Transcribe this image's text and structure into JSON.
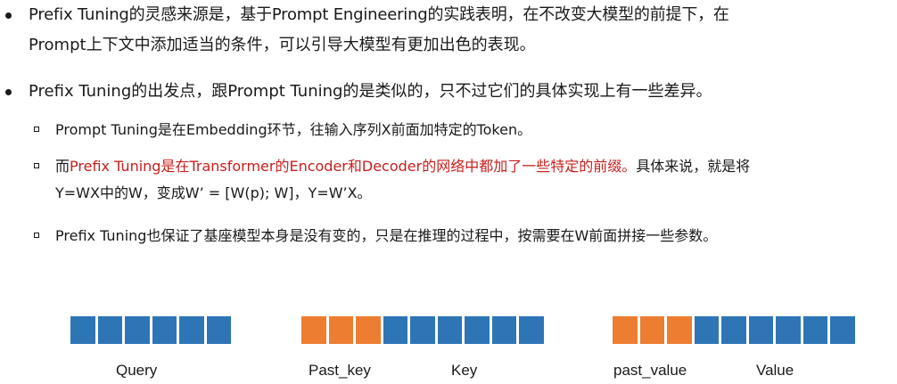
{
  "bullets": [
    {
      "line1": "Prefix  Tuning的灵感来源是，基于Prompt  Engineering的实践表明，在不改变大模型的前提下，在",
      "line2": "Prompt上下文中添加适当的条件，可以引导大模型有更加出色的表现。"
    },
    {
      "line1": "Prefix Tuning的出发点，跟Prompt Tuning的是类似的，只不过它们的具体实现上有一些差异。"
    }
  ],
  "sub_bullets": [
    {
      "text": "Prompt Tuning是在Embedding环节，往输入序列X前面加特定的Token。"
    },
    {
      "prefix": "而",
      "highlight": "Prefix Tuning是在Transformer的Encoder和Decoder的网络中都加了一些特定的前缀。",
      "suffix": "具体来说，就是将",
      "line2": "Y=WX中的W，变成W’ = [W(p); W]，Y=W’X。"
    },
    {
      "text": "Prefix Tuning也保证了基座模型本身是没有变的，只是在推理的过程中，按需要在W前面拼接一些参数。"
    }
  ],
  "diagram": {
    "colors": {
      "blue": "#2e75b6",
      "orange": "#ed7d31"
    },
    "sequences": [
      {
        "name": "query",
        "cells": [
          "blue",
          "blue",
          "blue",
          "blue",
          "blue",
          "blue"
        ]
      },
      {
        "name": "key",
        "cells": [
          "orange",
          "orange",
          "orange",
          "blue",
          "blue",
          "blue",
          "blue",
          "blue",
          "blue"
        ]
      },
      {
        "name": "value",
        "cells": [
          "orange",
          "orange",
          "orange",
          "blue",
          "blue",
          "blue",
          "blue",
          "blue",
          "blue"
        ]
      }
    ],
    "labels": {
      "query": "Query",
      "past_key": "Past_key",
      "key": "Key",
      "past_value": "past_value",
      "value": "Value"
    }
  }
}
